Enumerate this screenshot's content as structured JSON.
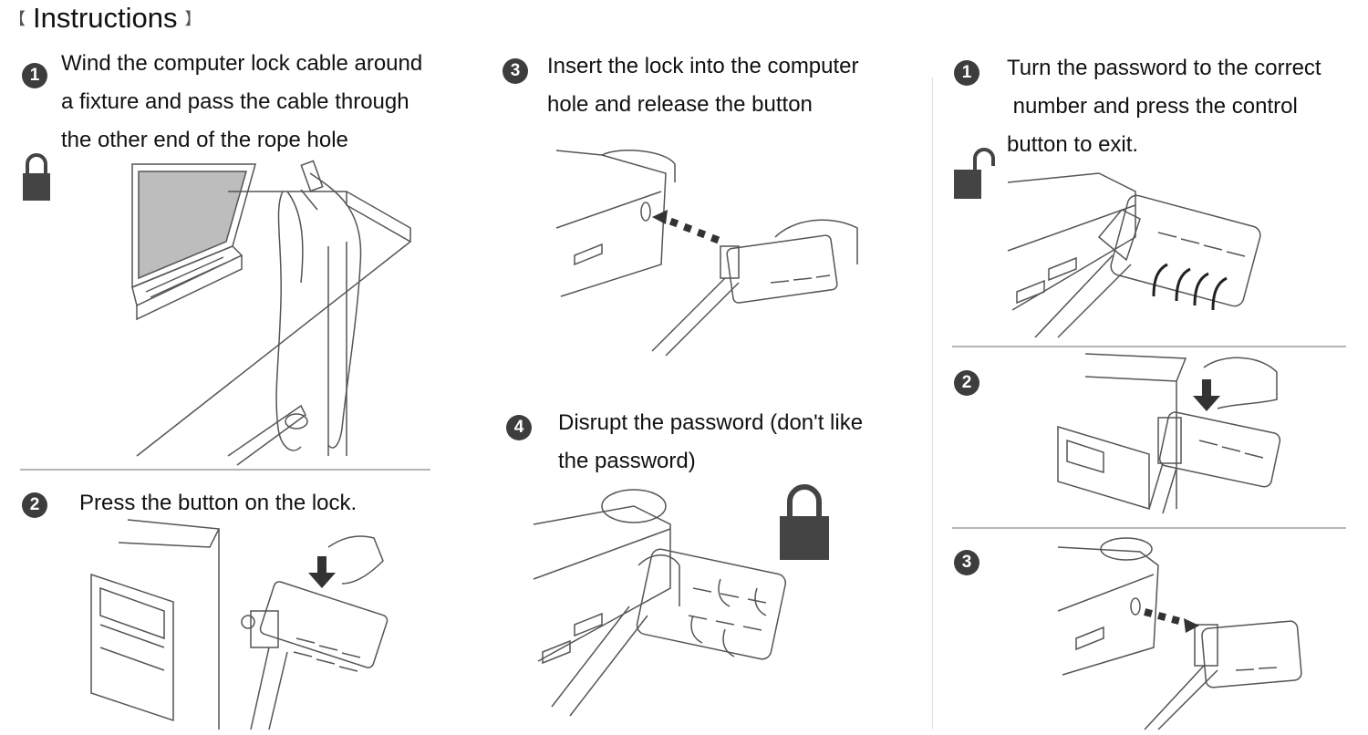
{
  "header": {
    "title": "Instructions",
    "bracket_left": "【",
    "bracket_right": "】"
  },
  "locking": {
    "step1": {
      "number": "1",
      "lines": [
        "Wind the computer lock cable around",
        "a fixture and pass the cable through",
        "the other end of the rope hole"
      ],
      "icon": "padlock-closed-icon"
    },
    "step2": {
      "number": "2",
      "lines": [
        "Press the button on the lock."
      ]
    },
    "step3": {
      "number": "3",
      "lines": [
        "Insert the lock into the computer",
        "hole and release the button"
      ]
    },
    "step4": {
      "number": "4",
      "lines": [
        "Disrupt the password (don't like",
        "the password)"
      ],
      "icon": "padlock-closed-icon"
    }
  },
  "unlocking": {
    "step1": {
      "number": "1",
      "lines": [
        "Turn the password to the correct",
        " number and press the control",
        "button to exit."
      ],
      "icon": "padlock-open-icon"
    },
    "step2": {
      "number": "2"
    },
    "step3": {
      "number": "3"
    }
  },
  "colors": {
    "text": "#1a1a1a",
    "badge": "#3d3d3d",
    "padlock": "#444444",
    "line": "#555555"
  }
}
